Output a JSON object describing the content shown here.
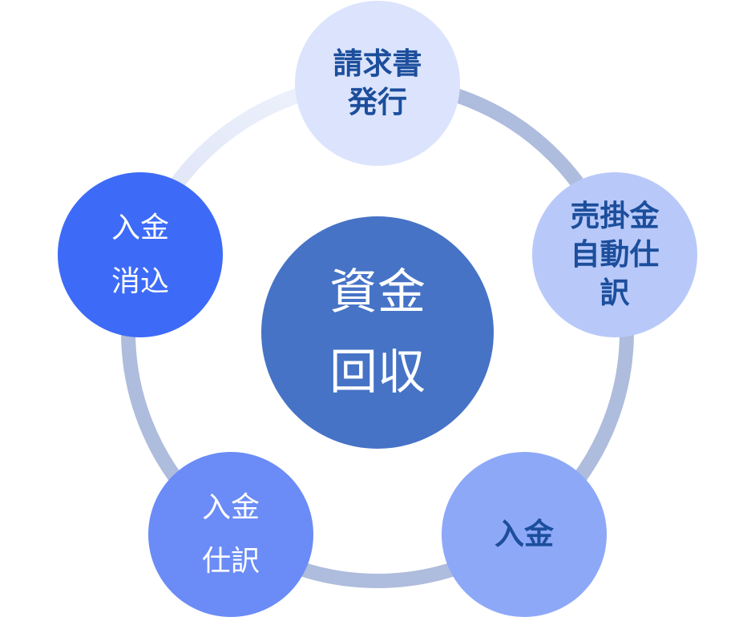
{
  "diagram": {
    "ring": {
      "color": "#aebcdd",
      "faded_from": "#dbe2f6",
      "faded_to": "#f1f4fd"
    },
    "center": {
      "lines": [
        "資金",
        "回収"
      ],
      "fill": "#4673c6",
      "text_color": "#ffffff"
    },
    "nodes": [
      {
        "lines": [
          "請求書",
          "発行"
        ],
        "fill": "#dbe4fc",
        "text_color": "#1c4e9c"
      },
      {
        "lines": [
          "売掛金",
          "自動仕",
          "訳"
        ],
        "fill": "#b8c9f9",
        "text_color": "#1c4e9c"
      },
      {
        "lines": [
          "入金"
        ],
        "fill": "#8ea8f8",
        "text_color": "#1c4e9c"
      },
      {
        "lines": [
          "入金",
          "仕訳"
        ],
        "fill": "#6b8cf6",
        "text_color": "#ffffff"
      },
      {
        "lines": [
          "入金",
          "消込"
        ],
        "fill": "#3d6bf7",
        "text_color": "#ffffff"
      }
    ]
  }
}
